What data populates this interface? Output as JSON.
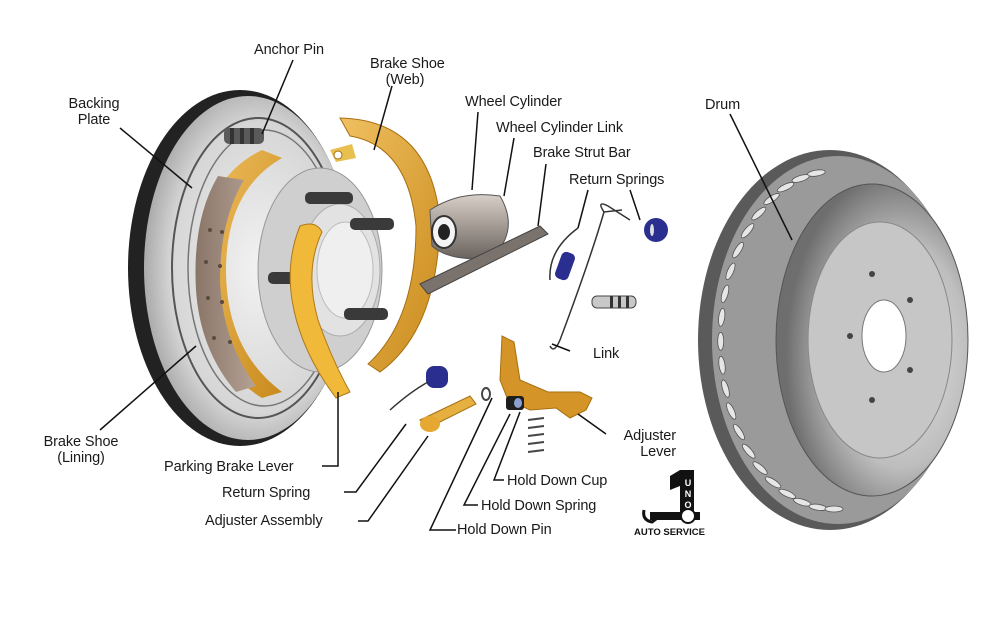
{
  "diagram": {
    "title": "Drum Brake Components",
    "labels": {
      "anchor_pin": "Anchor Pin",
      "brake_shoe_web_line1": "Brake Shoe",
      "brake_shoe_web_line2": "(Web)",
      "backing_plate_line1": "Backing",
      "backing_plate_line2": "Plate",
      "wheel_cylinder": "Wheel Cylinder",
      "wheel_cylinder_link": "Wheel Cylinder Link",
      "brake_strut_bar": "Brake Strut Bar",
      "return_springs": "Return Springs",
      "drum": "Drum",
      "link": "Link",
      "brake_shoe_lining_line1": "Brake Shoe",
      "brake_shoe_lining_line2": "(Lining)",
      "parking_brake_lever": "Parking Brake Lever",
      "return_spring": "Return Spring",
      "adjuster_assembly": "Adjuster Assembly",
      "adjuster_lever_line1": "Adjuster",
      "adjuster_lever_line2": "Lever",
      "hold_down_cup": "Hold Down Cup",
      "hold_down_spring": "Hold Down Spring",
      "hold_down_pin": "Hold Down Pin"
    },
    "colors": {
      "shoe_orange": "#d9a030",
      "lining_brown": "#9c8878",
      "spring_blue": "#2a2f8f",
      "metal_gray": "#b8b8b8",
      "dark_metal": "#4a4a4a"
    }
  },
  "logo": {
    "letters": [
      "U",
      "N",
      "O"
    ],
    "text": "AUTO SERVICE"
  }
}
